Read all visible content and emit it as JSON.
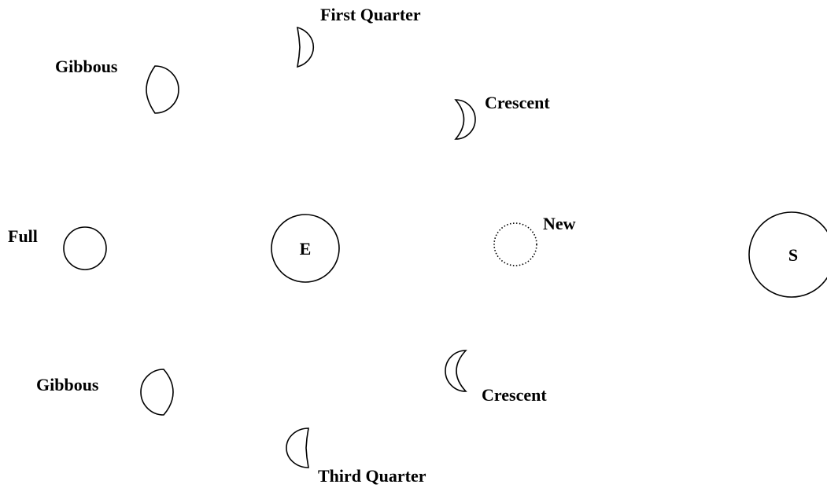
{
  "colors": {
    "stroke": "#000000",
    "background": "#ffffff"
  },
  "bodies": {
    "earth": "E",
    "sun": "S"
  },
  "phases": {
    "first_quarter": "First Quarter",
    "gibbous_top": "Gibbous",
    "crescent_top": "Crescent",
    "full": "Full",
    "new": "New",
    "gibbous_bottom": "Gibbous",
    "crescent_bottom": "Crescent",
    "third_quarter": "Third Quarter"
  }
}
